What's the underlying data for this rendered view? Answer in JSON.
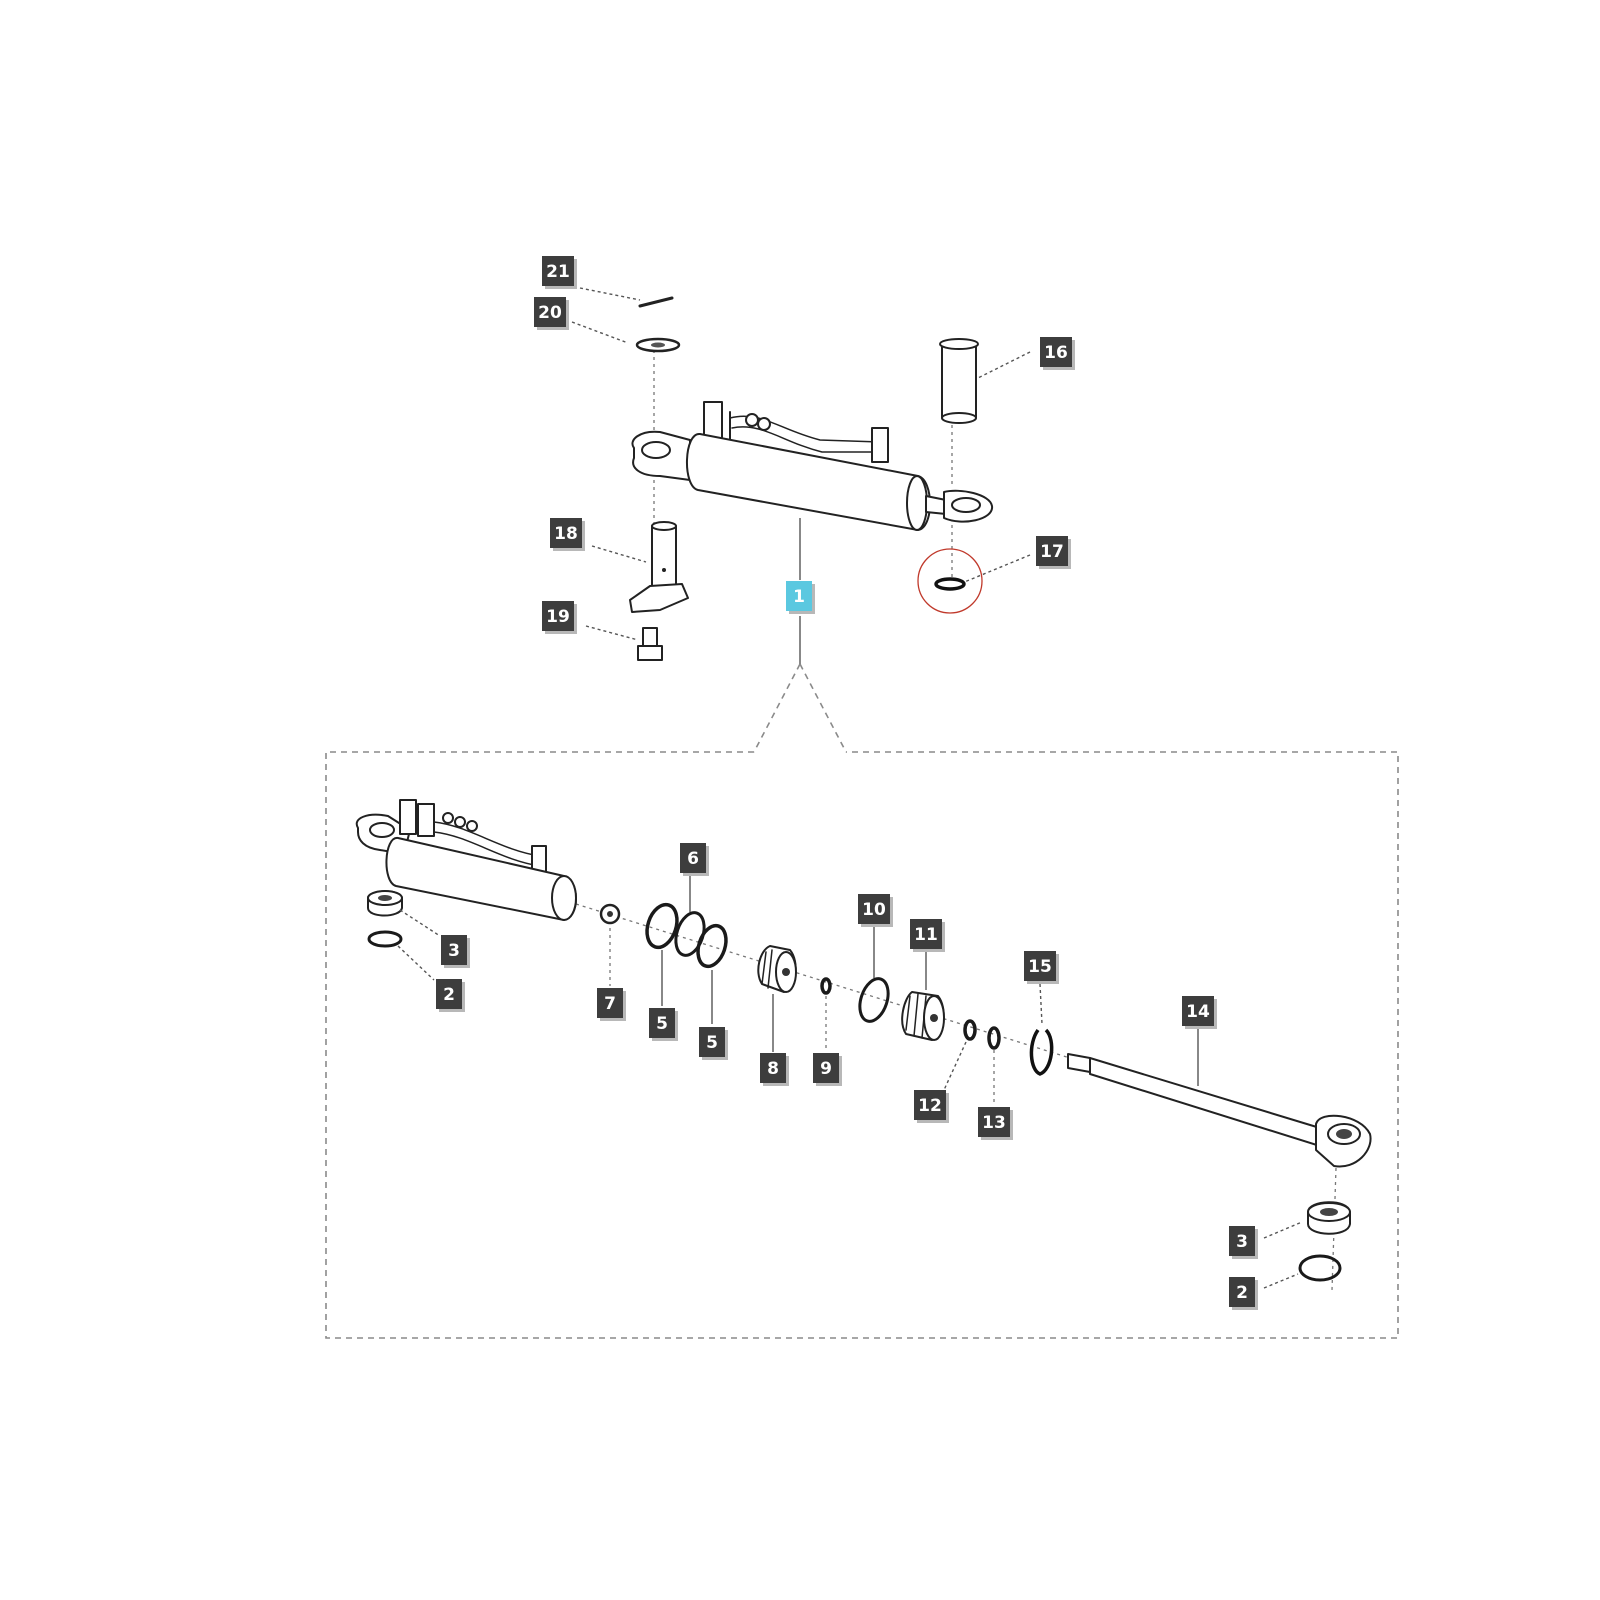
{
  "diagram": {
    "callouts": [
      {
        "id": "c21",
        "label": "21"
      },
      {
        "id": "c20",
        "label": "20"
      },
      {
        "id": "c16",
        "label": "16"
      },
      {
        "id": "c18",
        "label": "18"
      },
      {
        "id": "c17",
        "label": "17"
      },
      {
        "id": "c1",
        "label": "1",
        "highlighted": true
      },
      {
        "id": "c19",
        "label": "19"
      },
      {
        "id": "c6",
        "label": "6"
      },
      {
        "id": "c10",
        "label": "10"
      },
      {
        "id": "c11",
        "label": "11"
      },
      {
        "id": "c15",
        "label": "15"
      },
      {
        "id": "c3a",
        "label": "3"
      },
      {
        "id": "c2a",
        "label": "2"
      },
      {
        "id": "c7",
        "label": "7"
      },
      {
        "id": "c5a",
        "label": "5"
      },
      {
        "id": "c5b",
        "label": "5"
      },
      {
        "id": "c8",
        "label": "8"
      },
      {
        "id": "c9",
        "label": "9"
      },
      {
        "id": "c14",
        "label": "14"
      },
      {
        "id": "c12",
        "label": "12"
      },
      {
        "id": "c13",
        "label": "13"
      },
      {
        "id": "c3b",
        "label": "3"
      },
      {
        "id": "c2b",
        "label": "2"
      }
    ],
    "colors": {
      "callout_box": "#3d3d3d",
      "callout_highlight": "#5bc8e0",
      "selection_circle": "#c0392b",
      "line_art": "#222222"
    }
  }
}
